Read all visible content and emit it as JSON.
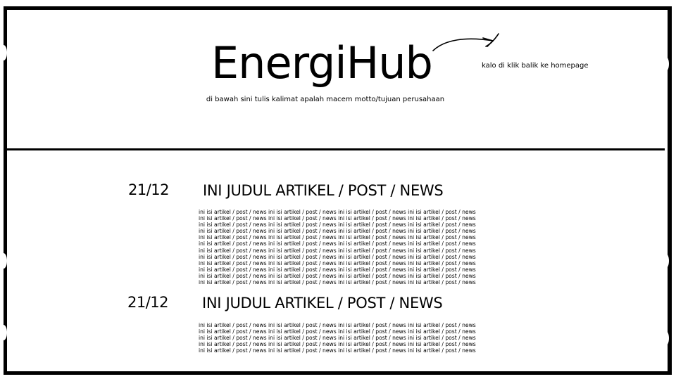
{
  "header": {
    "logo_text": "EnergiHub",
    "logo_note": "kalo di klik balik ke homepage",
    "motto": "di bawah sini tulis kalimat apalah macem motto/tujuan perusahaan"
  },
  "articles": [
    {
      "date": "21/12",
      "title": "INI JUDUL ARTIKEL / POST / NEWS",
      "body_lines": [
        "ini isi artikel / post / news ini isi artikel / post / news ini isi artikel / post / news ini isi artikel / post / news",
        "ini isi artikel / post / news ini isi artikel / post / news ini isi artikel / post / news ini isi artikel / post / news",
        "ini isi artikel / post / news ini isi artikel / post / news ini isi artikel / post / news ini isi artikel / post / news",
        "ini isi artikel / post / news ini isi artikel / post / news ini isi artikel / post / news ini isi artikel / post / news",
        "ini isi artikel / post / news ini isi artikel / post / news ini isi artikel / post / news ini isi artikel / post / news",
        "ini isi artikel / post / news ini isi artikel / post / news ini isi artikel / post / news ini isi artikel / post / news",
        "ini isi artikel / post / news ini isi artikel / post / news ini isi artikel / post / news ini isi artikel / post / news",
        "ini isi artikel / post / news ini isi artikel / post / news ini isi artikel / post / news ini isi artikel / post / news",
        "ini isi artikel / post / news ini isi artikel / post / news ini isi artikel / post / news ini isi artikel / post / news",
        "ini isi artikel / post / news ini isi artikel / post / news ini isi artikel / post / news ini isi artikel / post / news",
        "ini isi artikel / post / news ini isi artikel / post / news ini isi artikel / post / news ini isi artikel / post / news",
        "ini isi artikel / post / news ini isi artikel / post / news ini isi artikel / post / news ini isi artikel / post / news"
      ]
    },
    {
      "date": "21/12",
      "title": "INI JUDUL ARTIKEL / POST / NEWS",
      "body_lines": [
        "ini isi artikel / post / news ini isi artikel / post / news ini isi artikel / post / news ini isi artikel / post / news",
        "ini isi artikel / post / news ini isi artikel / post / news ini isi artikel / post / news ini isi artikel / post / news",
        "ini isi artikel / post / news ini isi artikel / post / news ini isi artikel / post / news ini isi artikel / post / news",
        "ini isi artikel / post / news ini isi artikel / post / news ini isi artikel / post / news ini isi artikel / post / news",
        "ini isi artikel / post / news ini isi artikel / post / news ini isi artikel / post / news ini isi artikel / post / news"
      ]
    }
  ]
}
